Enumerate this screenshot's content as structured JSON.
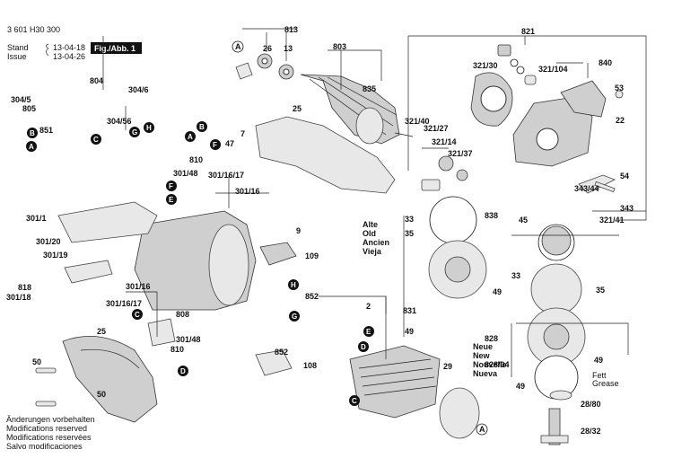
{
  "header": {
    "doc_number": "3 601 H30 300",
    "stand_label": "Stand",
    "stand_date": "13-04-18",
    "issue_label": "Issue",
    "issue_date": "13-04-26",
    "fig_label": "Fig./Abb. 1"
  },
  "part_labels": [
    "813",
    "26",
    "13",
    "803",
    "821",
    "A",
    "B",
    "804",
    "304/6",
    "304/5",
    "805",
    "851",
    "304/56",
    "G",
    "H",
    "C",
    "25",
    "835",
    "321/30",
    "321/104",
    "840",
    "53",
    "22",
    "7",
    "47",
    "F",
    "810",
    "301/48",
    "301/16/17",
    "301/16",
    "E",
    "9",
    "321/40",
    "321/27",
    "321/14",
    "321/37",
    "54",
    "343/44",
    "343",
    "321/41",
    "838",
    "45",
    "301/1",
    "301/20",
    "301/19",
    "109",
    "33",
    "35",
    "818",
    "301/18",
    "831",
    "49",
    "852",
    "2",
    "808",
    "301/48",
    "810",
    "D",
    "828",
    "828/04",
    "50",
    "108",
    "29",
    "28/80",
    "28/32"
  ],
  "version_old": [
    "Alte",
    "Old",
    "Ancien",
    "Vieja"
  ],
  "version_new": [
    "Neue",
    "New",
    "Nouvelle",
    "Nueva"
  ],
  "grease": [
    "Fett",
    "Grease"
  ],
  "footer": [
    "Änderungen vorbehalten",
    "Modifications reserved",
    "Modifications reservées",
    "Salvo modificaciones"
  ]
}
